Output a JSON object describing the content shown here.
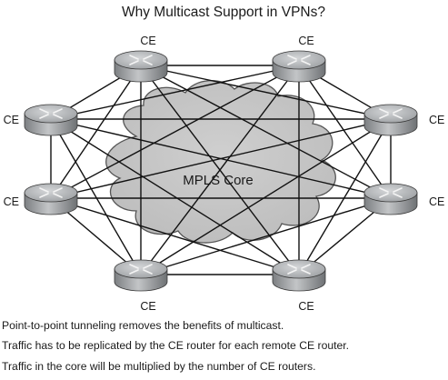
{
  "title": "Why Multicast Support in VPNs?",
  "core_label": "MPLS Core",
  "router_label": "CE",
  "routers": [
    {
      "id": "ce-top-left",
      "label": "CE"
    },
    {
      "id": "ce-top-right",
      "label": "CE"
    },
    {
      "id": "ce-right-upper",
      "label": "CE"
    },
    {
      "id": "ce-right-lower",
      "label": "CE"
    },
    {
      "id": "ce-bottom-right",
      "label": "CE"
    },
    {
      "id": "ce-bottom-left",
      "label": "CE"
    },
    {
      "id": "ce-left-lower",
      "label": "CE"
    },
    {
      "id": "ce-left-upper",
      "label": "CE"
    }
  ],
  "notes": [
    "Point-to-point tunneling removes the benefits of multicast.",
    "Traffic has to be replicated by the CE router for each remote CE router.",
    "Traffic in the core will be multiplied by the number of CE routers."
  ],
  "colors": {
    "cloud_fill": "#c8c8c8",
    "cloud_stroke": "#555555",
    "router_body": "#a9abad",
    "line": "#111111"
  }
}
